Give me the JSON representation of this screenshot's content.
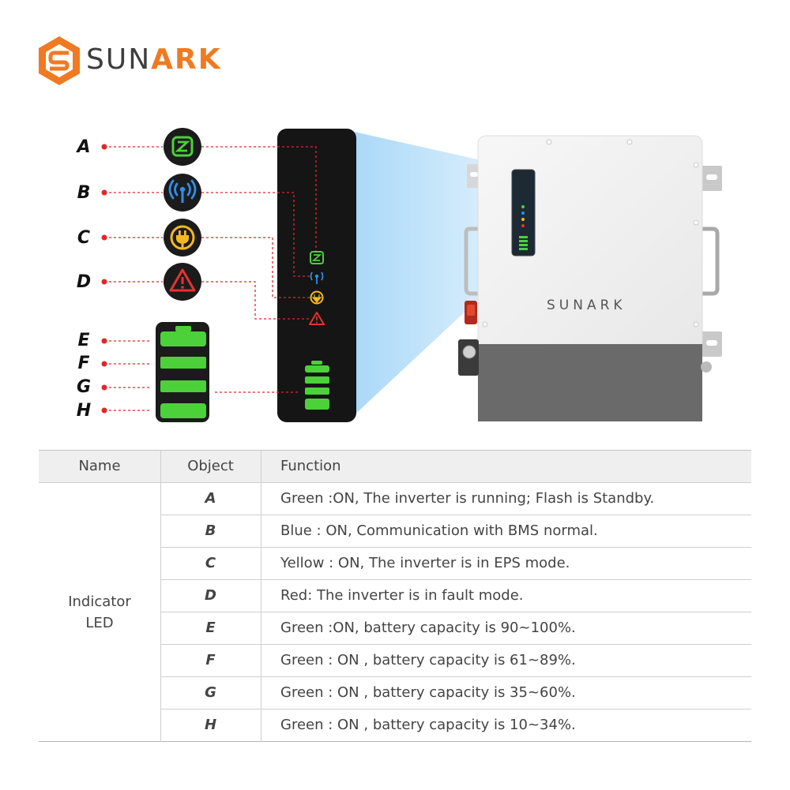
{
  "brand": {
    "name_part1": "SUN",
    "name_part2": "ARK",
    "device_logo": "SUNARK"
  },
  "colors": {
    "orange": "#f07a22",
    "green": "#4cd13a",
    "blue": "#2e8fe8",
    "yellow": "#f6b81a",
    "red": "#e3342f",
    "dot_red": "#e3262a"
  },
  "callouts": [
    {
      "letter": "A",
      "icon": "running-icon"
    },
    {
      "letter": "B",
      "icon": "communication-icon"
    },
    {
      "letter": "C",
      "icon": "eps-plug-icon"
    },
    {
      "letter": "D",
      "icon": "fault-warning-icon"
    },
    {
      "letter": "E",
      "icon": "battery-bar-icon"
    },
    {
      "letter": "F",
      "icon": "battery-bar-icon"
    },
    {
      "letter": "G",
      "icon": "battery-bar-icon"
    },
    {
      "letter": "H",
      "icon": "battery-bar-icon"
    }
  ],
  "table": {
    "headers": {
      "name": "Name",
      "object": "Object",
      "function": "Function"
    },
    "name_line1": "Indicator",
    "name_line2": "LED",
    "rows": [
      {
        "object": "A",
        "function": "Green :ON, The inverter is running; Flash is Standby."
      },
      {
        "object": "B",
        "function": "Blue : ON, Communication with BMS normal."
      },
      {
        "object": "C",
        "function": "Yellow : ON, The inverter is in EPS mode."
      },
      {
        "object": "D",
        "function": "Red: The inverter is in fault mode."
      },
      {
        "object": "E",
        "function": "Green :ON, battery capacity is 90~100%."
      },
      {
        "object": "F",
        "function": "Green : ON , battery capacity is 61~89%."
      },
      {
        "object": "G",
        "function": "Green : ON , battery capacity is 35~60%."
      },
      {
        "object": "H",
        "function": "Green : ON , battery capacity is 10~34%."
      }
    ]
  }
}
